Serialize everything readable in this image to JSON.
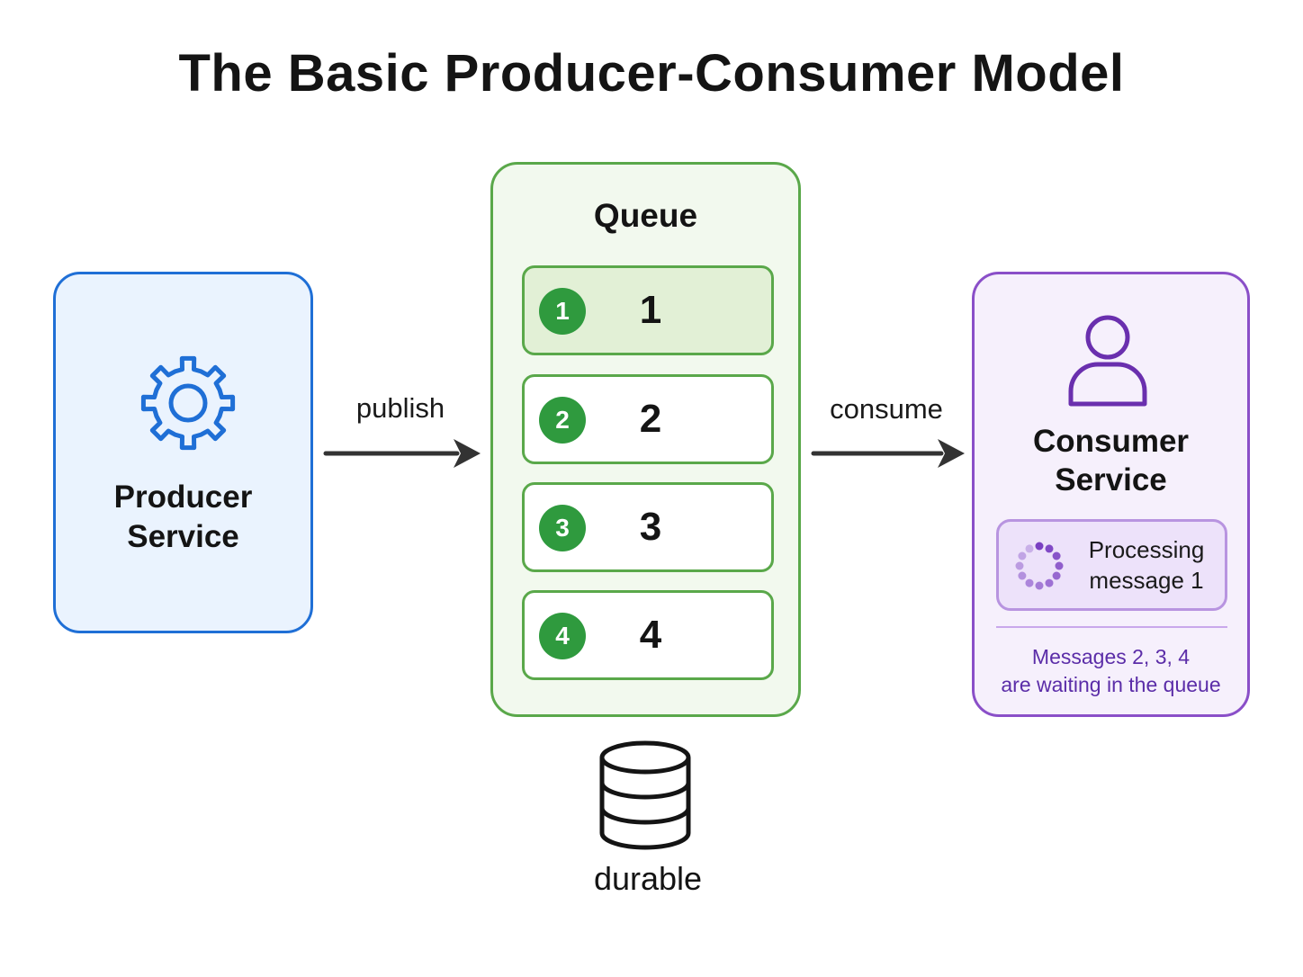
{
  "title": "The Basic Producer-Consumer Model",
  "producer": {
    "label_line1": "Producer",
    "label_line2": "Service",
    "icon": "gear-icon"
  },
  "edges": {
    "publish": "publish",
    "consume": "consume"
  },
  "queue": {
    "title": "Queue",
    "items": [
      {
        "badge": "1",
        "value": "1",
        "active": true
      },
      {
        "badge": "2",
        "value": "2",
        "active": false
      },
      {
        "badge": "3",
        "value": "3",
        "active": false
      },
      {
        "badge": "4",
        "value": "4",
        "active": false
      }
    ]
  },
  "storage": {
    "label": "durable",
    "icon": "database-icon"
  },
  "consumer": {
    "label_line1": "Consumer",
    "label_line2": "Service",
    "icon": "person-icon",
    "status_line1": "Processing",
    "status_line2": "message 1",
    "note_line1": "Messages 2, 3, 4",
    "note_line2": "are waiting in the queue"
  },
  "colors": {
    "producer": "#1f6fd6",
    "queue": "#5aa84a",
    "badge": "#2f9a3e",
    "consumer": "#8a4fc8",
    "note_text": "#5b2da8"
  }
}
